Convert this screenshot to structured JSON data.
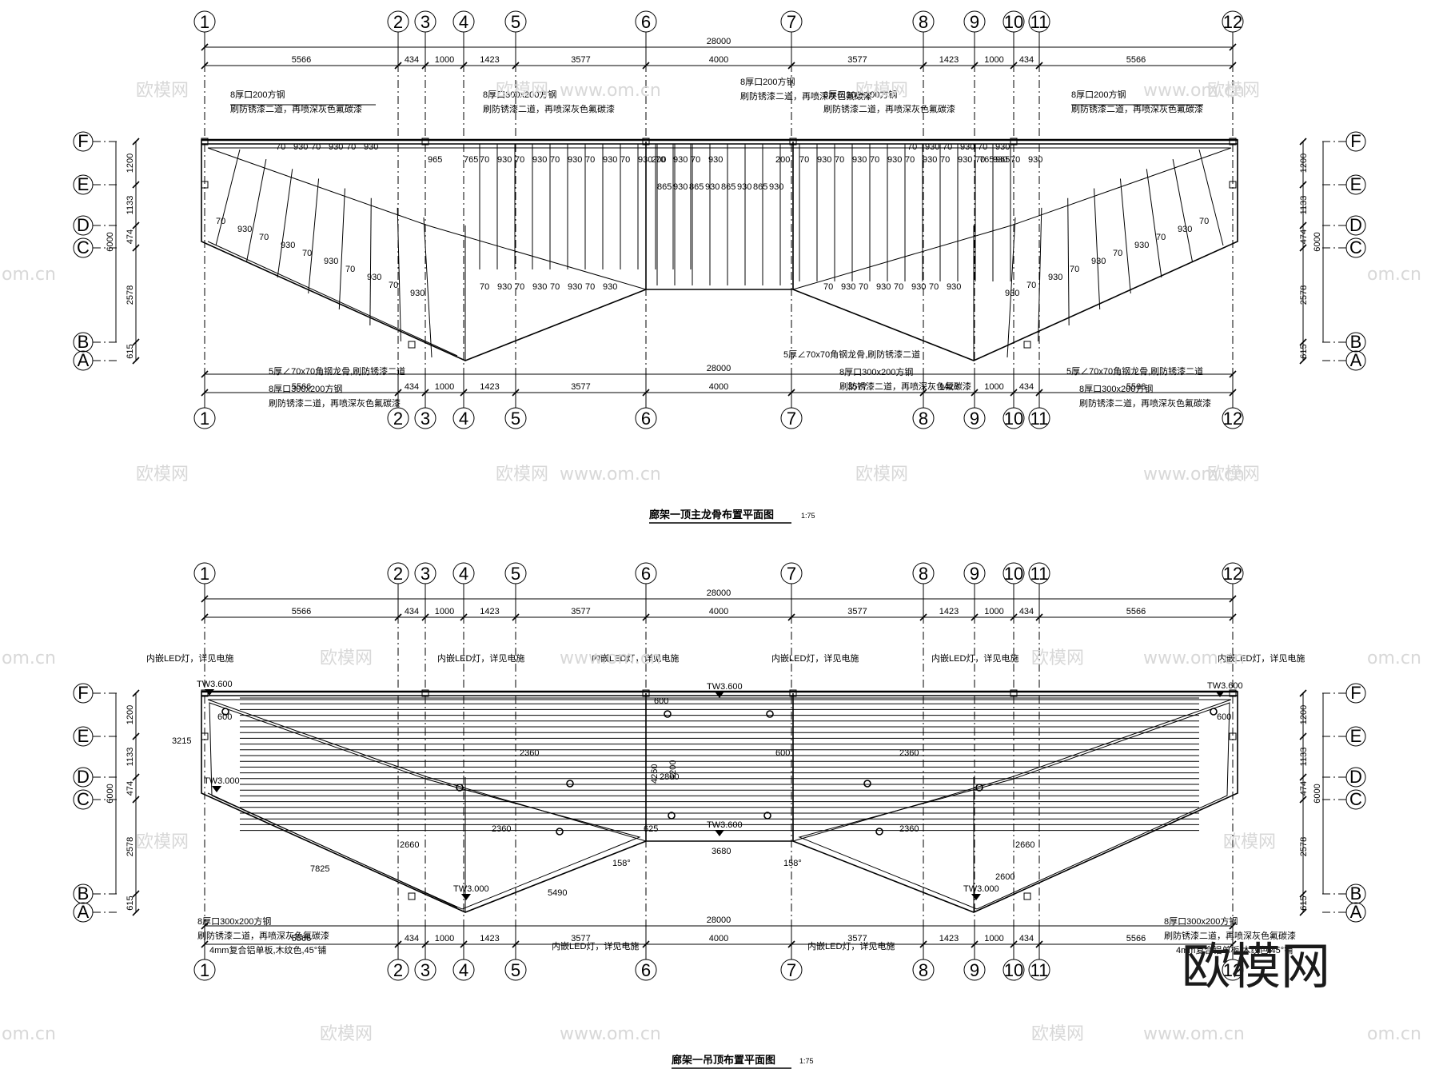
{
  "plan1": {
    "title": "廊架一顶主龙骨布置平面图",
    "scale": "1:75"
  },
  "plan2": {
    "title": "廊架一吊顶布置平面图",
    "scale": "1:75"
  },
  "grid_columns": [
    "1",
    "2",
    "3",
    "4",
    "5",
    "6",
    "7",
    "8",
    "9",
    "10",
    "11",
    "12"
  ],
  "grid_rows": [
    "F",
    "E",
    "D",
    "C",
    "B",
    "A"
  ],
  "col_dims": [
    "5566",
    "434",
    "1000",
    "1423",
    "3577",
    "4000",
    "3577",
    "1423",
    "1000",
    "434",
    "5566"
  ],
  "total_dim": "28000",
  "row_dims": [
    "1200",
    "1133",
    "474",
    "2578",
    "615"
  ],
  "row_total": "6000",
  "plan1_notes": {
    "steel_200": [
      "8厚口200方钢",
      "刷防锈漆二道，再喷深灰色氟碳漆"
    ],
    "steel_300": [
      "8厚口300x200方钢",
      "刷防锈漆二道，再喷深灰色氟碳漆"
    ],
    "angle": "5厚∠70x70角钢龙骨,刷防锈漆二道",
    "spacing_a": "70",
    "spacing_b": "930",
    "spacing_c": "965",
    "spacing_d": "765",
    "spacing_e": "865",
    "spacing_f": "200"
  },
  "plan2_notes": {
    "led": "内嵌LED灯，详见电施",
    "level_a": "TW3.600",
    "level_b": "TW3.000",
    "steel": [
      "8厚口300x200方钢",
      "刷防锈漆二道，再喷深灰色氟碳漆",
      "4mm复合铝单板,木纹色,45°铺"
    ],
    "d600": "600",
    "d2360": "2360",
    "d2660": "2660",
    "d2800": "2800",
    "d3680": "3680",
    "d4260": "4260",
    "d4200": "4200",
    "d3215": "3215",
    "d7825": "7825",
    "d5490": "5490",
    "a158": "158°",
    "d2600": "2600",
    "d625": "625"
  },
  "watermark": {
    "text": "欧模网",
    "url": "www.om.cn",
    "url_short": "om.cn"
  }
}
